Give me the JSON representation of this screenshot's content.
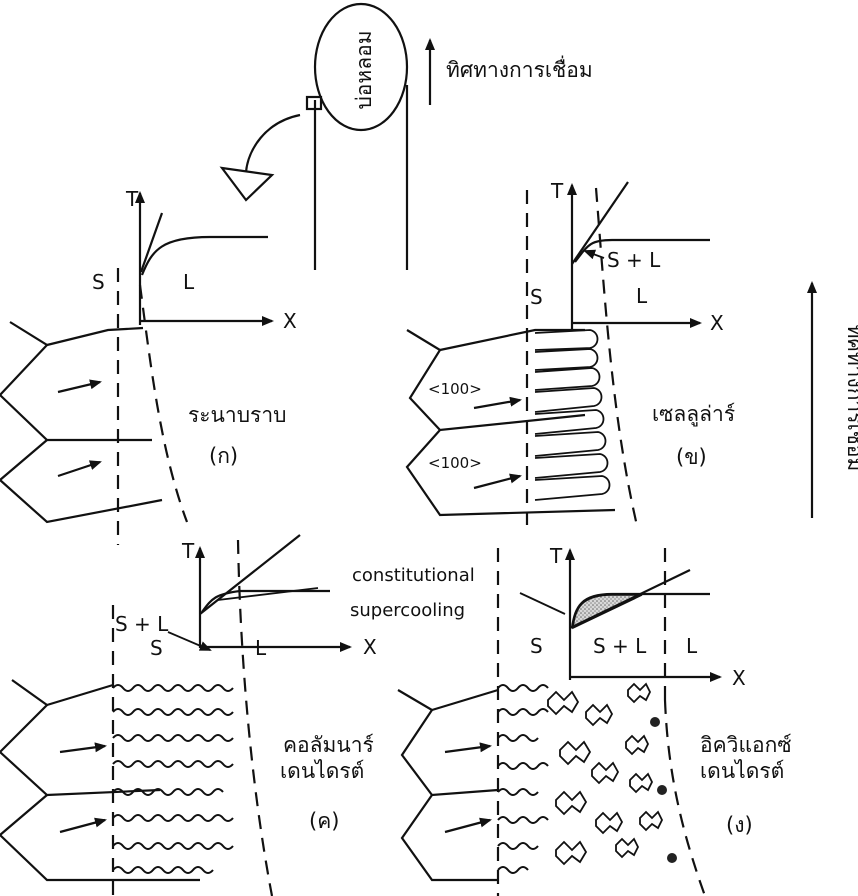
{
  "top": {
    "weld_pool": "บ่อหลอม",
    "weld_direction": "ทิศทางการเชื่อม"
  },
  "side": {
    "weld_direction": "ทิศทางการเชื่อม"
  },
  "axes": {
    "t": "T",
    "x": "X"
  },
  "phases": {
    "solid": "S",
    "liquid": "L",
    "mushy": "S + L"
  },
  "orientation": "<100>",
  "annotation": {
    "line1": "constitutional",
    "line2": "supercooling"
  },
  "panels": {
    "planar": {
      "name": "ระนาบราบ",
      "letter": "(ก)"
    },
    "cellular": {
      "name": "เซลลูล่าร์",
      "letter": "(ข)"
    },
    "columnar": {
      "name_line1": "คอลัมนาร์",
      "name_line2": "เดนไดรต์",
      "letter": "(ค)"
    },
    "equiaxed": {
      "name_line1": "อิควิแอกซ์",
      "name_line2": "เดนไดรต์",
      "letter": "(ง)"
    }
  }
}
